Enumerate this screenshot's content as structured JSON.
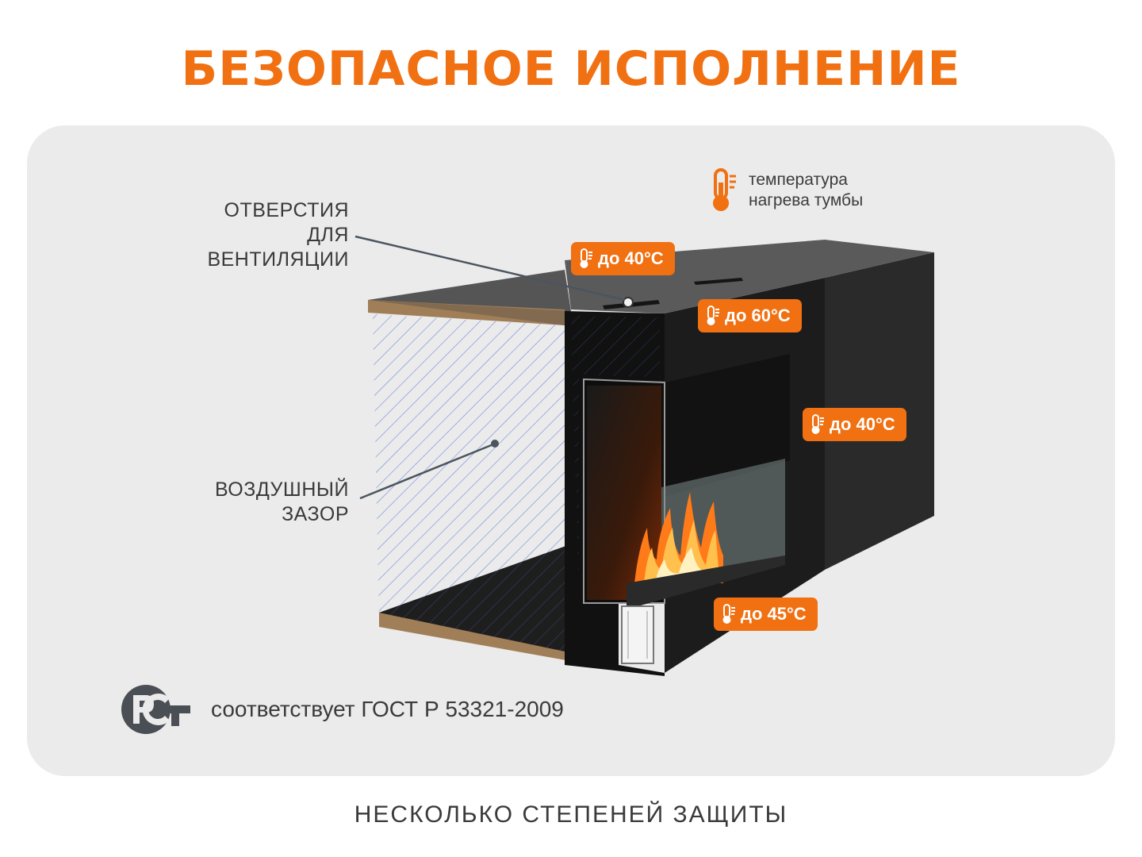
{
  "header": {
    "title": "БЕЗОПАСНОЕ ИСПОЛНЕНИЕ"
  },
  "callouts": {
    "vents": [
      "ОТВЕРСТИЯ",
      "ДЛЯ",
      "ВЕНТИЛЯЦИИ"
    ],
    "air_gap": [
      "ВОЗДУШНЫЙ",
      "ЗАЗОР"
    ]
  },
  "legend": {
    "icon": "thermometer-icon",
    "lines": [
      "температура",
      "нагрева тумбы"
    ]
  },
  "temperatures": {
    "top": "до 40°С",
    "front_top": "до 60°С",
    "side": "до 40°С",
    "bottom": "до 45°С"
  },
  "certification": {
    "icon": "rst-mark-icon",
    "text": "соответствует ГОСТ Р 53321-2009"
  },
  "footer": {
    "text": "НЕСКОЛЬКО СТЕПЕНЕЙ ЗАЩИТЫ"
  },
  "colors": {
    "accent": "#f07012",
    "panel": "#ebebeb",
    "text": "#3a3a3a"
  }
}
